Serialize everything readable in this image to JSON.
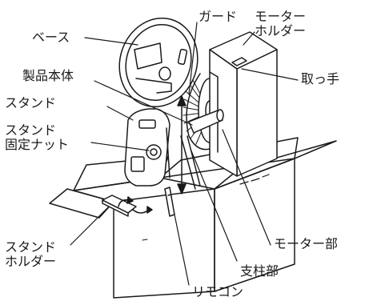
{
  "labels": {
    "base": "ベース",
    "guard": "ガード",
    "motor_holder": {
      "line1": "モーター",
      "line2": "ホルダー"
    },
    "handle": "取っ手",
    "product_body": "製品本体",
    "stand": "スタンド",
    "stand_nut": {
      "line1": "スタンド",
      "line2": "固定ナット"
    },
    "stand_holder": {
      "line1": "スタンド",
      "line2": "ホルダー"
    },
    "motor_part": "モーター部",
    "pole_part": "支柱部",
    "remote": "リモコン"
  },
  "colors": {
    "line": "#1a1a1a",
    "background": "#ffffff"
  }
}
